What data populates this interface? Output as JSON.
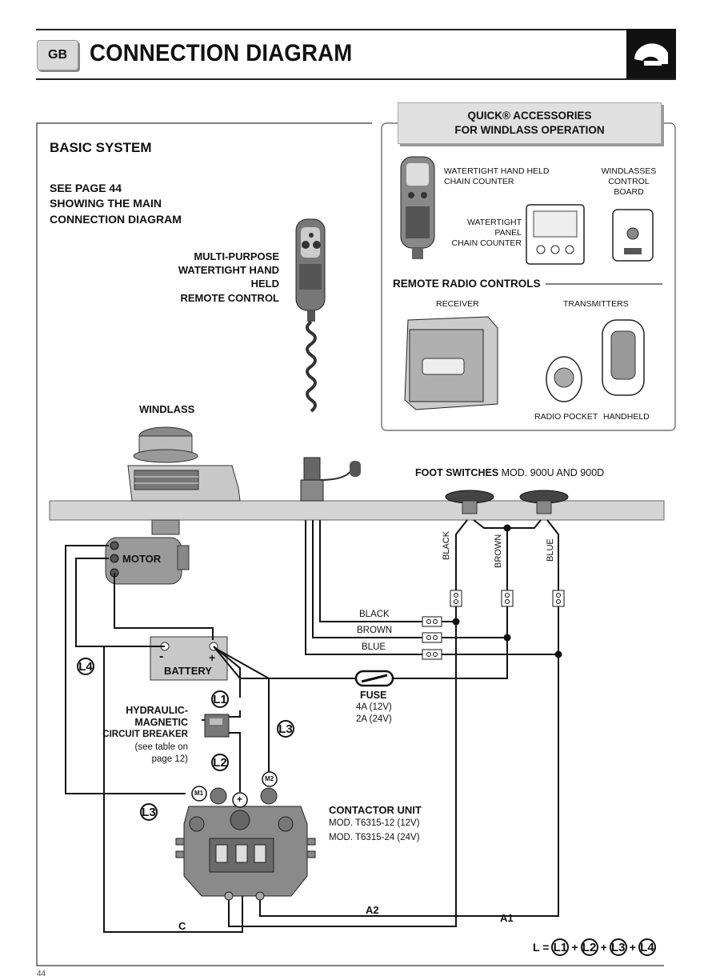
{
  "header": {
    "badge": "GB",
    "title": "CONNECTION DIAGRAM"
  },
  "basic_system": {
    "title": "BASIC SYSTEM",
    "see_page_line1": "SEE PAGE 44",
    "see_page_line2": "SHOWING THE MAIN",
    "see_page_line3": "CONNECTION DIAGRAM"
  },
  "remote_control": {
    "line1": "MULTI-PURPOSE",
    "line2": "WATERTIGHT HAND",
    "line3": "HELD",
    "line4": "REMOTE CONTROL"
  },
  "windlass_label": "WINDLASS",
  "accessories": {
    "title_line1": "QUICK® ACCESSORIES",
    "title_line2": "FOR WINDLASS OPERATION",
    "hand_held_counter_line1": "WATERTIGHT HAND HELD",
    "hand_held_counter_line2": "CHAIN COUNTER",
    "panel_counter_line1": "WATERTIGHT",
    "panel_counter_line2": "PANEL",
    "panel_counter_line3": "CHAIN COUNTER",
    "control_board_line1": "WINDLASSES",
    "control_board_line2": "CONTROL",
    "control_board_line3": "BOARD",
    "remote_radio_title": "REMOTE RADIO CONTROLS",
    "receiver": "RECEIVER",
    "transmitters": "TRANSMITTERS",
    "radio_pocket": "RADIO POCKET",
    "handheld": "HANDHELD"
  },
  "foot_switches": {
    "label_bold": "FOOT SWITCHES",
    "label_rest": " MOD. 900U AND 900D"
  },
  "wires": {
    "black": "BLACK",
    "brown": "BROWN",
    "blue": "BLUE"
  },
  "motor_label": "MOTOR",
  "battery": {
    "label": "BATTERY",
    "minus": "-",
    "plus": "+"
  },
  "fuse": {
    "label": "FUSE",
    "line1": "4A (12V)",
    "line2": "2A (24V)"
  },
  "breaker": {
    "line1": "HYDRAULIC-",
    "line2": "MAGNETIC",
    "line3": "CIRCUIT BREAKER",
    "line4": "(see table on",
    "line5": "page 12)"
  },
  "contactor": {
    "title": "CONTACTOR UNIT",
    "mod1": "MOD. T6315-12 (12V)",
    "mod2": "MOD. T6315-24 (24V)",
    "m1": "M1",
    "m2": "M2",
    "plus": "+"
  },
  "leads": {
    "l1": "L1",
    "l2": "L2",
    "l3": "L3",
    "l4": "L4",
    "a1": "A1",
    "a2": "A2",
    "c": "C"
  },
  "formula": {
    "l_eq": "L =",
    "plus": "+"
  },
  "page_number": "44",
  "colors": {
    "wire": "#111111",
    "deck": "#d4d4d4",
    "device_gray": "#9a9a9a"
  }
}
